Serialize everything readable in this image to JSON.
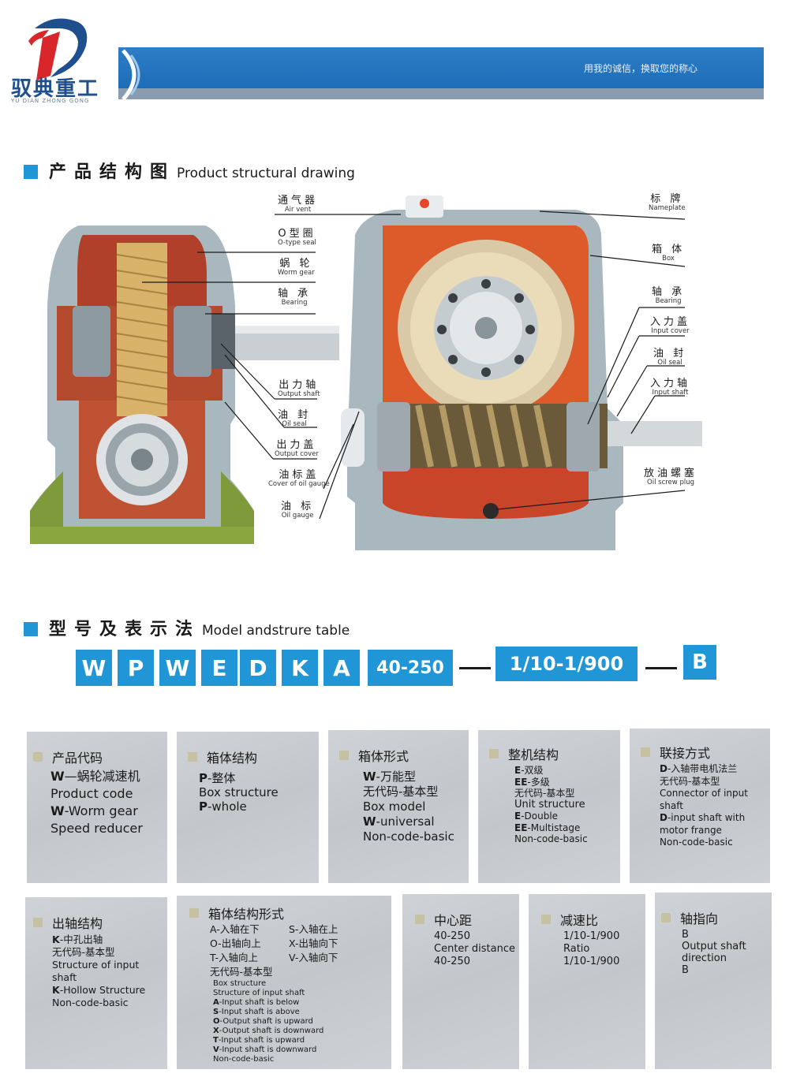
{
  "header": {
    "brand_cn": "驭典重工",
    "brand_en": "YU DIAN ZHONG GONG",
    "slogan": "用我的诚信，换取您的称心",
    "accent": "#2196d6"
  },
  "section1": {
    "title_cn": "产品结构图",
    "title_en": "Product structural drawing"
  },
  "section2": {
    "title_cn": "型号及表示法",
    "title_en": "Model andstrure table"
  },
  "callouts_left": [
    {
      "cn": "通气器",
      "en": "Air vent"
    },
    {
      "cn": "O型圈",
      "en": "O-type seal"
    },
    {
      "cn": "蜗 轮",
      "en": "Worm gear"
    },
    {
      "cn": "轴 承",
      "en": "Bearing"
    },
    {
      "cn": "出力轴",
      "en": "Output shaft"
    },
    {
      "cn": "油 封",
      "en": "Oil seal"
    },
    {
      "cn": "出力盖",
      "en": "Output cover"
    },
    {
      "cn": "油标盖",
      "en": "Cover of oil gauge"
    },
    {
      "cn": "油 标",
      "en": "Oil gauge"
    }
  ],
  "callouts_right": [
    {
      "cn": "标 牌",
      "en": "Nameplate"
    },
    {
      "cn": "箱 体",
      "en": "Box"
    },
    {
      "cn": "轴 承",
      "en": "Bearing"
    },
    {
      "cn": "入力盖",
      "en": "Input cover"
    },
    {
      "cn": "油 封",
      "en": "Oil seal"
    },
    {
      "cn": "入力轴",
      "en": "Input shaft"
    },
    {
      "cn": "放油螺塞",
      "en": "Oil screw plug"
    }
  ],
  "model_code": {
    "letters": [
      "W",
      "P",
      "W",
      "E",
      "D",
      "K",
      "A"
    ],
    "center_distance": "40-250",
    "ratio": "1/10-1/900",
    "suffix": "B"
  },
  "cards": {
    "product_code": {
      "title": "产品代码",
      "l1_b": "W",
      "l1": "—蜗轮减速机",
      "l2": "Product code",
      "l3_b": "W",
      "l3": "-Worm gear",
      "l4": "Speed reducer"
    },
    "box_structure": {
      "title": "箱体结构",
      "l1_b": "P",
      "l1": "-整体",
      "l2": "Box structure",
      "l3_b": "P",
      "l3": "-whole"
    },
    "box_form": {
      "title": "箱体形式",
      "l1_b": "W",
      "l1": "-万能型",
      "l2": "无代码-基本型",
      "l3": "Box model",
      "l4_b": "W",
      "l4": "-universal",
      "l5": "Non-code-basic"
    },
    "unit_structure": {
      "title": "整机结构",
      "l1_b": "E",
      "l1": "-双级",
      "l2_b": "EE",
      "l2": "-多级",
      "l3": "无代码-基本型",
      "l4": "Unit structure",
      "l5_b": "E",
      "l5": "-Double",
      "l6_b": "EE",
      "l6": "-Multistage",
      "l7": "Non-code-basic"
    },
    "connection": {
      "title": "联接方式",
      "l1_b": "D",
      "l1": "-入轴带电机法兰",
      "l2": "无代码-基本型",
      "l3": "Connector of input",
      "l4": "shaft",
      "l5_b": "D",
      "l5": "-input shaft with",
      "l6": "motor frange",
      "l7": "Non-code-basic"
    },
    "output_shaft": {
      "title": "出轴结构",
      "l1_b": "K",
      "l1": "-中孔出轴",
      "l2": "无代码-基本型",
      "l3": "Structure of input",
      "l4": "shaft",
      "l5_b": "K",
      "l5": "-Hollow Structure",
      "l6": "Non-code-basic"
    },
    "box_structure_form": {
      "title": "箱体结构形式",
      "r1a": "A-入轴在下",
      "r1b": "S-入轴在上",
      "r2a": "O-出轴向上",
      "r2b": "X-出轴向下",
      "r3a": "T-入轴向上",
      "r3b": "V-入轴向下",
      "l4": "无代码-基本型",
      "l5": "Box structure",
      "l6": "Structure of input shaft",
      "e1_b": "A",
      "e1": "-Input shaft is below",
      "e2_b": "S",
      "e2": "-Input shaft is above",
      "e3_b": "O",
      "e3": "-Output shaft is upward",
      "e4_b": "X",
      "e4": "-Output shaft is downward",
      "e5_b": "T",
      "e5": "-Input shaft is upward",
      "e6_b": "V",
      "e6": "-Input shaft is downward",
      "e7": "Non-code-basic"
    },
    "center_distance": {
      "title": "中心距",
      "l1": "40-250",
      "l2": "Center distance",
      "l3": "40-250"
    },
    "ratio": {
      "title": "减速比",
      "l1": "1/10-1/900",
      "l2": "Ratio",
      "l3": "1/10-1/900"
    },
    "shaft_direction": {
      "title": "轴指向",
      "l1": "B",
      "l2": "Output shaft",
      "l3": "direction",
      "l4": "B"
    }
  }
}
